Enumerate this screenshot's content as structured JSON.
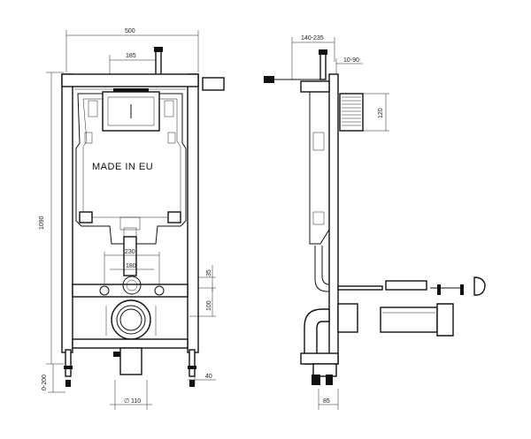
{
  "front_view": {
    "width_label": "500",
    "offset_label": "185",
    "height_label": "1090",
    "brand_text": "MADE IN EU",
    "spacing_wide_label": "230",
    "spacing_narrow_label": "180",
    "top_offset_label": "35",
    "outlet_offset_label": "100",
    "foot_adjust_label": "0-200",
    "foot_offset_label": "40",
    "pipe_diameter_label": "∅ 110"
  },
  "side_view": {
    "depth_range_label": "140-235",
    "wall_range_label": "10-90",
    "plate_height_label": "120",
    "base_depth_label": "85"
  }
}
